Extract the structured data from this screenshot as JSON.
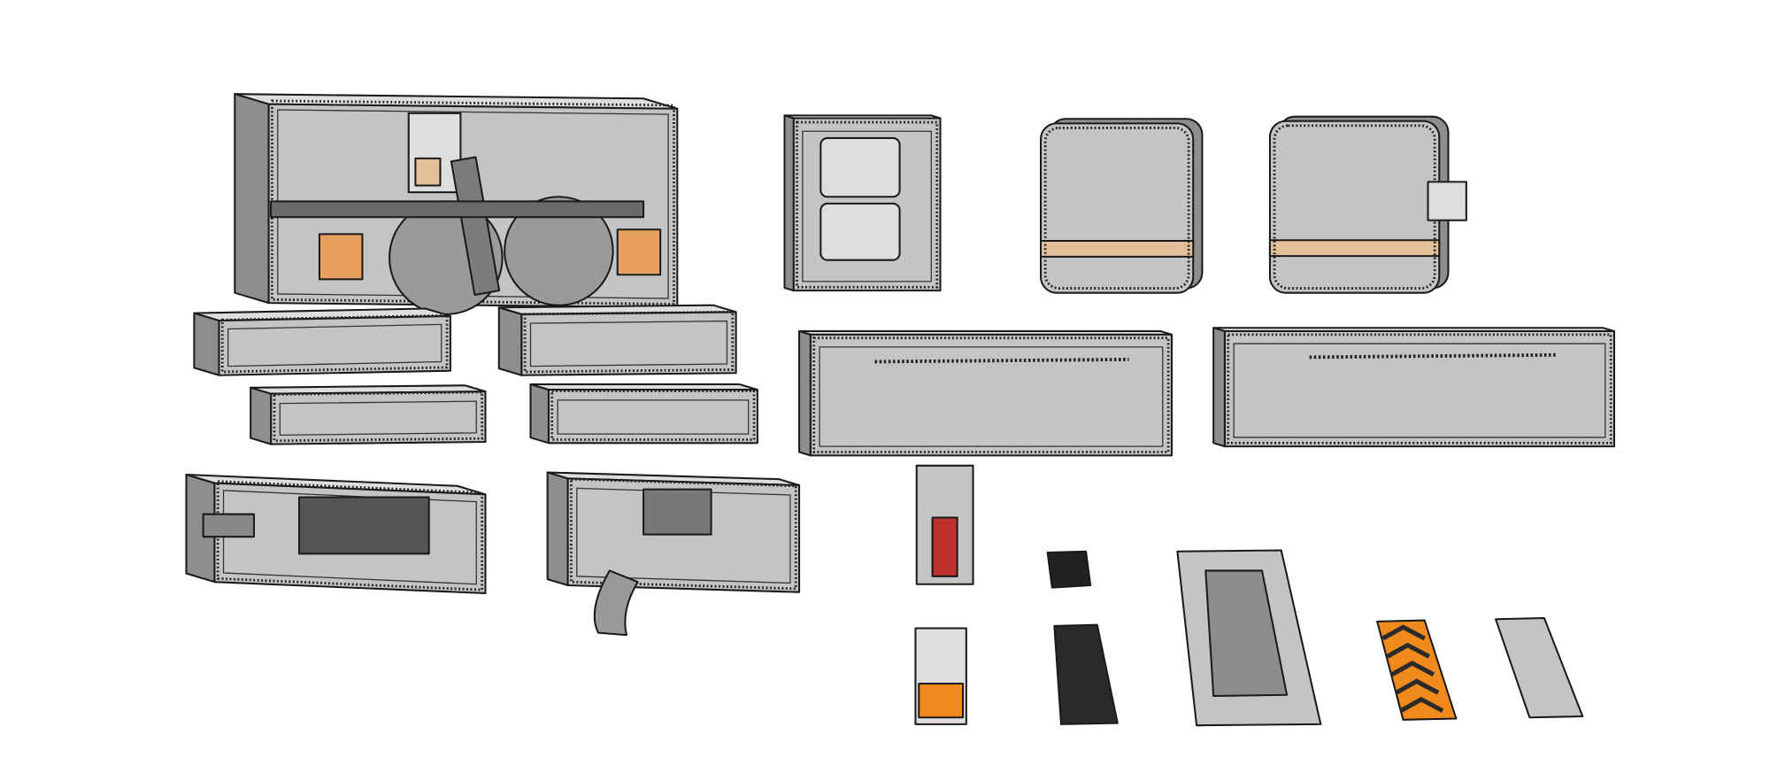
{
  "scene": {
    "background": "#ffffff",
    "colors": {
      "panel": "#c4c4c4",
      "panel_light": "#dedede",
      "panel_dark": "#8e8e8e",
      "outline": "#1a1a1a",
      "accent_orange": "#e8a060",
      "accent_tan": "#e3c09a",
      "hazard_orange": "#f08a1c",
      "hazard_dark": "#2a2a2a",
      "red_element": "#c0302a"
    },
    "objects": [
      "machinery-wall-unit",
      "wall-panel-small",
      "rounded-door-panel",
      "large-wall-panel",
      "control-panel",
      "floor-tile",
      "hazard-floor-tile",
      "grate-tile"
    ]
  }
}
